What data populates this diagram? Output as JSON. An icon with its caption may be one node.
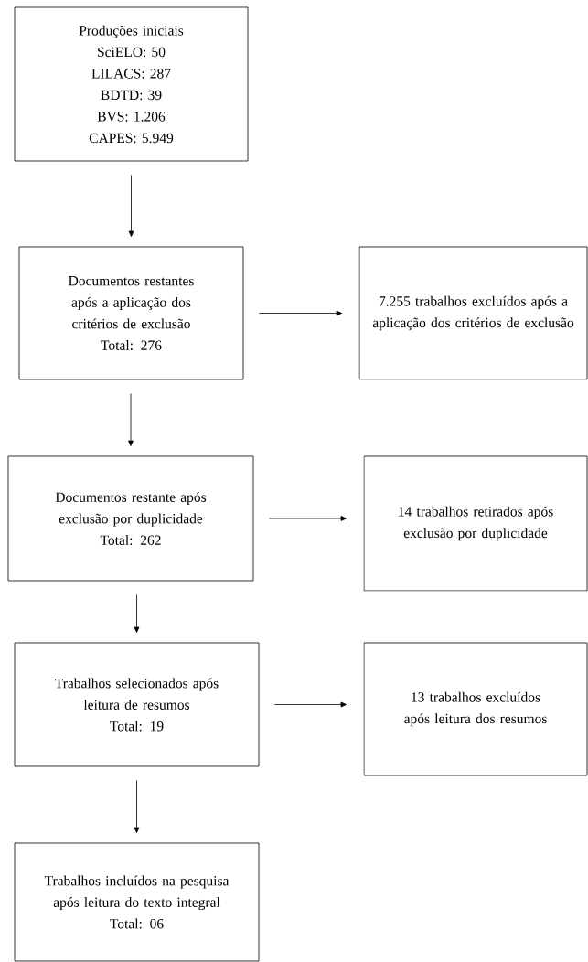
{
  "diagram": {
    "nodes": [
      {
        "text": [
          "Produções iniciais",
          "SciELO: 50",
          "LILACS: 287",
          "BDTD: 39",
          "BVS: 1.206",
          "CAPES: 5.949"
        ]
      },
      {
        "text": [
          "Documentos restantes após a aplicação dos critérios de exclusão",
          "Total: 276"
        ]
      },
      {
        "text": [
          "7.255 trabalhos excluídos após a aplicação dos critérios de exclusão"
        ]
      },
      {
        "text": [
          "Documentos restante após exclusão por duplicidade",
          "Total: 262"
        ]
      },
      {
        "text": [
          "14 trabalhos retirados após exclusão por duplicidade"
        ]
      },
      {
        "text": [
          "Trabalhos selecionados após",
          "leitura de resumos",
          "Total: 19"
        ]
      },
      {
        "text": [
          "13 trabalhos excluídos após leitura dos resumos"
        ]
      },
      {
        "text": [
          "Trabalhos incluídos na pesquisa após leitura do texto integral",
          "Total: 06"
        ]
      }
    ],
    "edges": [
      {
        "from": 0,
        "to": 1,
        "arrow": "to"
      },
      {
        "from": 1,
        "to": 2,
        "arrow": "to"
      },
      {
        "from": 1,
        "to": 3,
        "arrow": "to"
      },
      {
        "from": 3,
        "to": 4,
        "arrow": "to"
      },
      {
        "from": 3,
        "to": 5,
        "arrow": "to"
      },
      {
        "from": 5,
        "to": 6,
        "arrow": "to"
      },
      {
        "from": 5,
        "to": 7,
        "arrow": "to"
      }
    ]
  }
}
